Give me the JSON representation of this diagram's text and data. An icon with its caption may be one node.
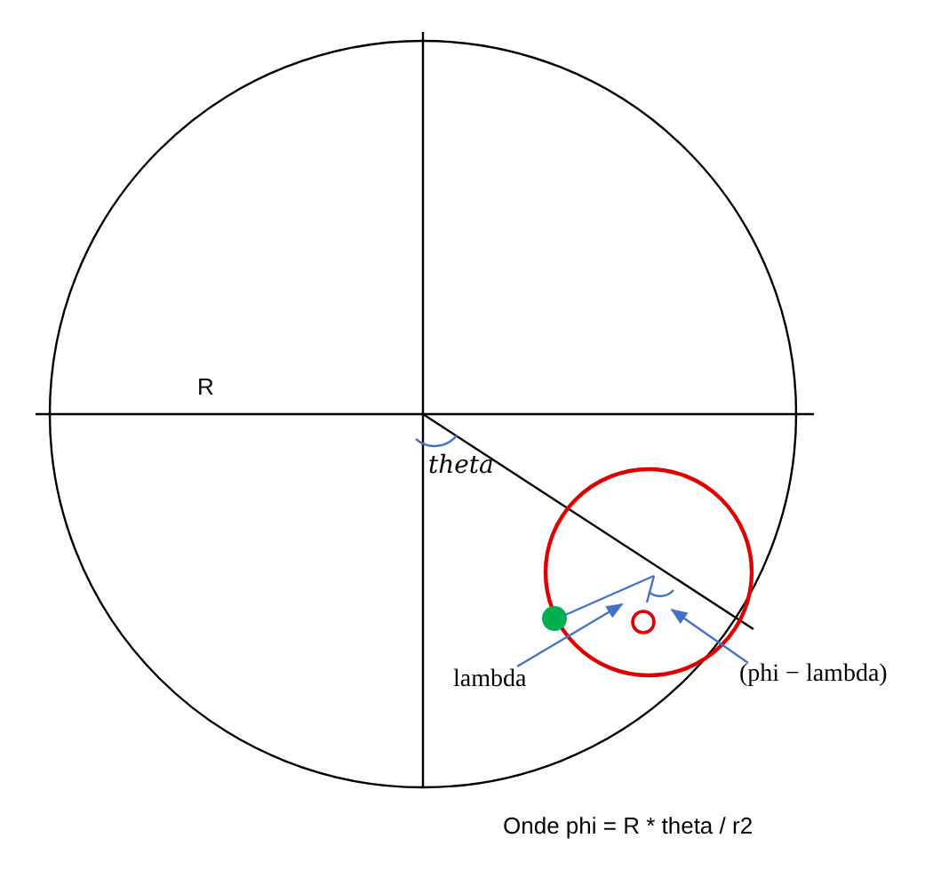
{
  "diagram": {
    "caption": "Onde phi = R * theta / r2",
    "nodes": [
      {
        "text": [
          "lambda"
        ]
      },
      {
        "text": [
          "(phi − lambda)"
        ]
      }
    ],
    "edges": [
      {
        "from": 0,
        "to": null,
        "arrow": "to"
      },
      {
        "from": 1,
        "to": null,
        "arrow": "to"
      }
    ],
    "labels": [
      "R",
      "theta"
    ]
  }
}
